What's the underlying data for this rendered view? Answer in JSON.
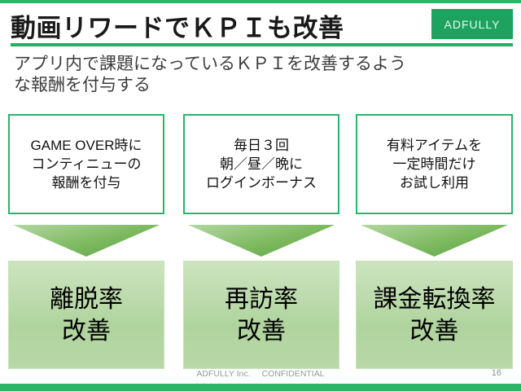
{
  "header": {
    "title": "動画リワードでＫＰＩも改善",
    "logo_text": "ADFULLY"
  },
  "lead": {
    "lines": [
      "アプリ内で課題になっているＫＰＩを改善するよう",
      "な報酬を付与する"
    ]
  },
  "columns": [
    {
      "tactic": [
        "GAME OVER時に",
        "コンティニューの",
        "報酬を付与"
      ],
      "result": [
        "離脱率",
        "改善"
      ]
    },
    {
      "tactic": [
        "毎日３回",
        "朝／昼／晩に",
        "ログインボーナス"
      ],
      "result": [
        "再訪率",
        "改善"
      ]
    },
    {
      "tactic": [
        "有料アイテムを",
        "一定時間だけ",
        "お試し利用"
      ],
      "result": [
        "課金転換率",
        "改善"
      ]
    }
  ],
  "footer": {
    "company": "ADFULLY Inc.",
    "confidential": "CONFIDENTIAL",
    "page": "16"
  },
  "colors": {
    "accent_green": "#2cb566",
    "underline_green": "#19b364",
    "logo_green": "#1da35f",
    "tactic_border_green": "#2ab46a",
    "arrow_gradient_light": "#b2d7a0",
    "arrow_gradient_dark": "#5ca244",
    "result_fill_light": "#cce4bf",
    "result_fill_dark": "#b0d49e",
    "footer_text_gray": "#989898"
  }
}
